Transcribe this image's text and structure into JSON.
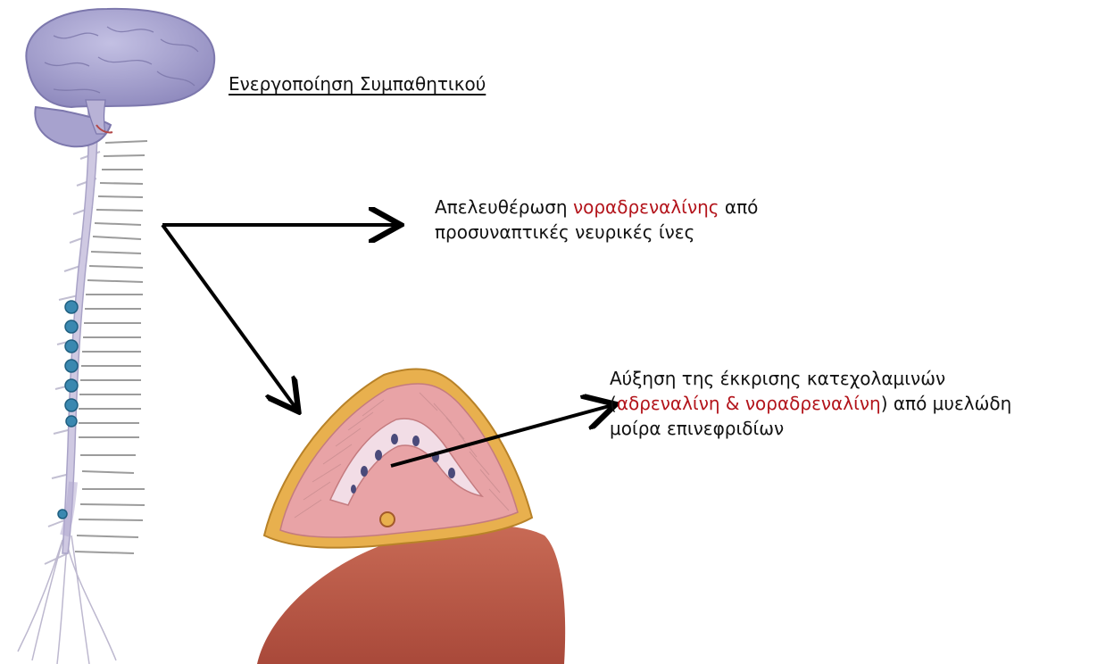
{
  "title": "Ενεργοποίηση Συμπαθητικού",
  "box1": {
    "line1_before": "Απελευθέρωση ",
    "line1_red": "νοραδρεναλίνης",
    "line1_after": " από",
    "line2": "προσυναπτικές νευρικές ίνες"
  },
  "box2": {
    "line1": "Αύξηση της έκκρισης κατεχολαμινών",
    "line2_open": "(",
    "line2_red": "αδρεναλίνη & νοραδρεναλίνη",
    "line2_after": ") από μυελώδη",
    "line3": "μοίρα επινεφριδίων"
  },
  "colors": {
    "highlight": "#b3141b",
    "brain": "#9f9bc7",
    "spinal_cord": "#c9c3df",
    "ganglia": "#2f7ea6",
    "nerves": "#9a9a9a",
    "adrenal_capsule": "#e2a94a",
    "adrenal_cortex": "#e7a2a5",
    "kidney": "#c4604e"
  }
}
